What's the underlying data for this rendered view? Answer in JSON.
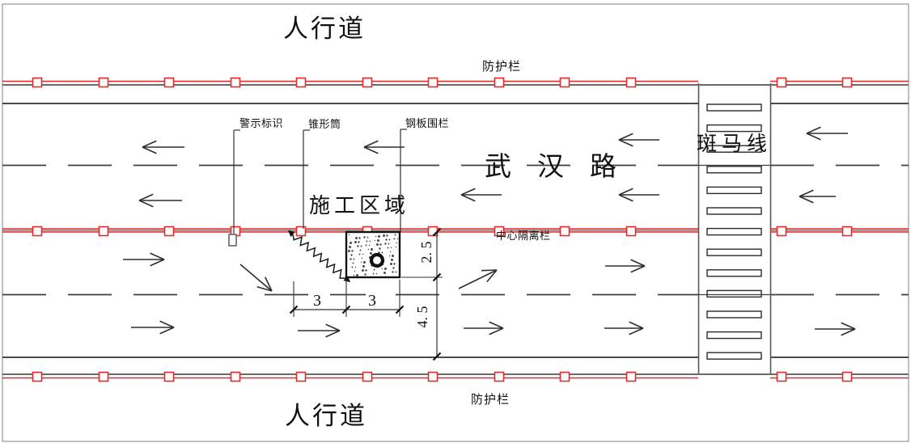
{
  "diagram": {
    "labels": {
      "sidewalk_top": "人行道",
      "sidewalk_bottom": "人行道",
      "guardrail_top": "防护栏",
      "guardrail_bottom": "防护栏",
      "road_name": "武汉路",
      "zebra_crossing": "斑马线",
      "construction_area": "施工区域",
      "center_divider": "中心隔离栏",
      "warning_sign": "警示标识",
      "traffic_cone": "锥形筒",
      "steel_plate_fence": "钢板围栏"
    },
    "dimensions": {
      "taper_length_m": "3",
      "work_zone_width_m": "3",
      "work_zone_depth_m": "2. 5",
      "downstream_clearance_m": "4. 5"
    },
    "colors": {
      "fence_red": "#e62a2a",
      "line_dark": "#3d3d3d",
      "edge_gray": "#4a4a4a"
    }
  }
}
